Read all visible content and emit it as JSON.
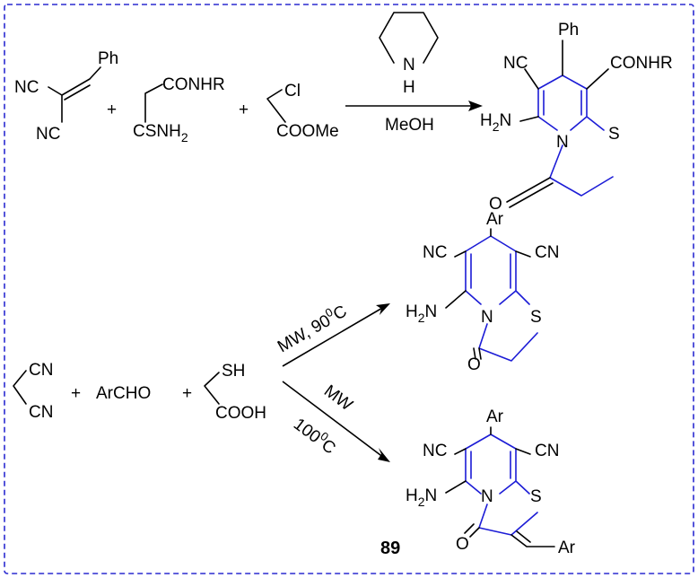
{
  "reaction1": {
    "reactant1": {
      "top": "Ph",
      "cn1": "NC",
      "cn2": "NC"
    },
    "reactant2": {
      "top": "CONHR",
      "bottom_pre": "CSNH",
      "bottom_sub": "2"
    },
    "reactant3": {
      "top": "Cl",
      "bottom": "COOMe"
    },
    "plus1": "+",
    "plus2": "+",
    "catalyst": {
      "atom": "N",
      "h": "H"
    },
    "solvent": "MeOH",
    "product": {
      "ph": "Ph",
      "cn": "NC",
      "amide": "CONHR",
      "amine_pre": "H",
      "amine_sub": "2",
      "amine_post": "N",
      "n": "N",
      "s": "S",
      "o": "O"
    }
  },
  "reaction2": {
    "reactant1": {
      "cn1": "CN",
      "cn2": "CN"
    },
    "plus1": "+",
    "reactant2": "ArCHO",
    "plus2": "+",
    "reactant3": {
      "top": "SH",
      "bottom": "COOH"
    },
    "condition_upper": {
      "text": "MW, 90",
      "sup": "0",
      "unit": "C"
    },
    "condition_lower_1": "MW",
    "condition_lower_2": {
      "text": "100",
      "sup": "0",
      "unit": "C"
    },
    "product_a": {
      "ar": "Ar",
      "cn_left": "NC",
      "cn_right": "CN",
      "amine_pre": "H",
      "amine_sub": "2",
      "amine_post": "N",
      "n": "N",
      "s": "S",
      "o": "O"
    },
    "product_b": {
      "ar": "Ar",
      "cn_left": "NC",
      "cn_right": "CN",
      "amine_pre": "H",
      "amine_sub": "2",
      "amine_post": "N",
      "n": "N",
      "s": "S",
      "o": "O",
      "ar2": "Ar",
      "label": "89"
    }
  }
}
